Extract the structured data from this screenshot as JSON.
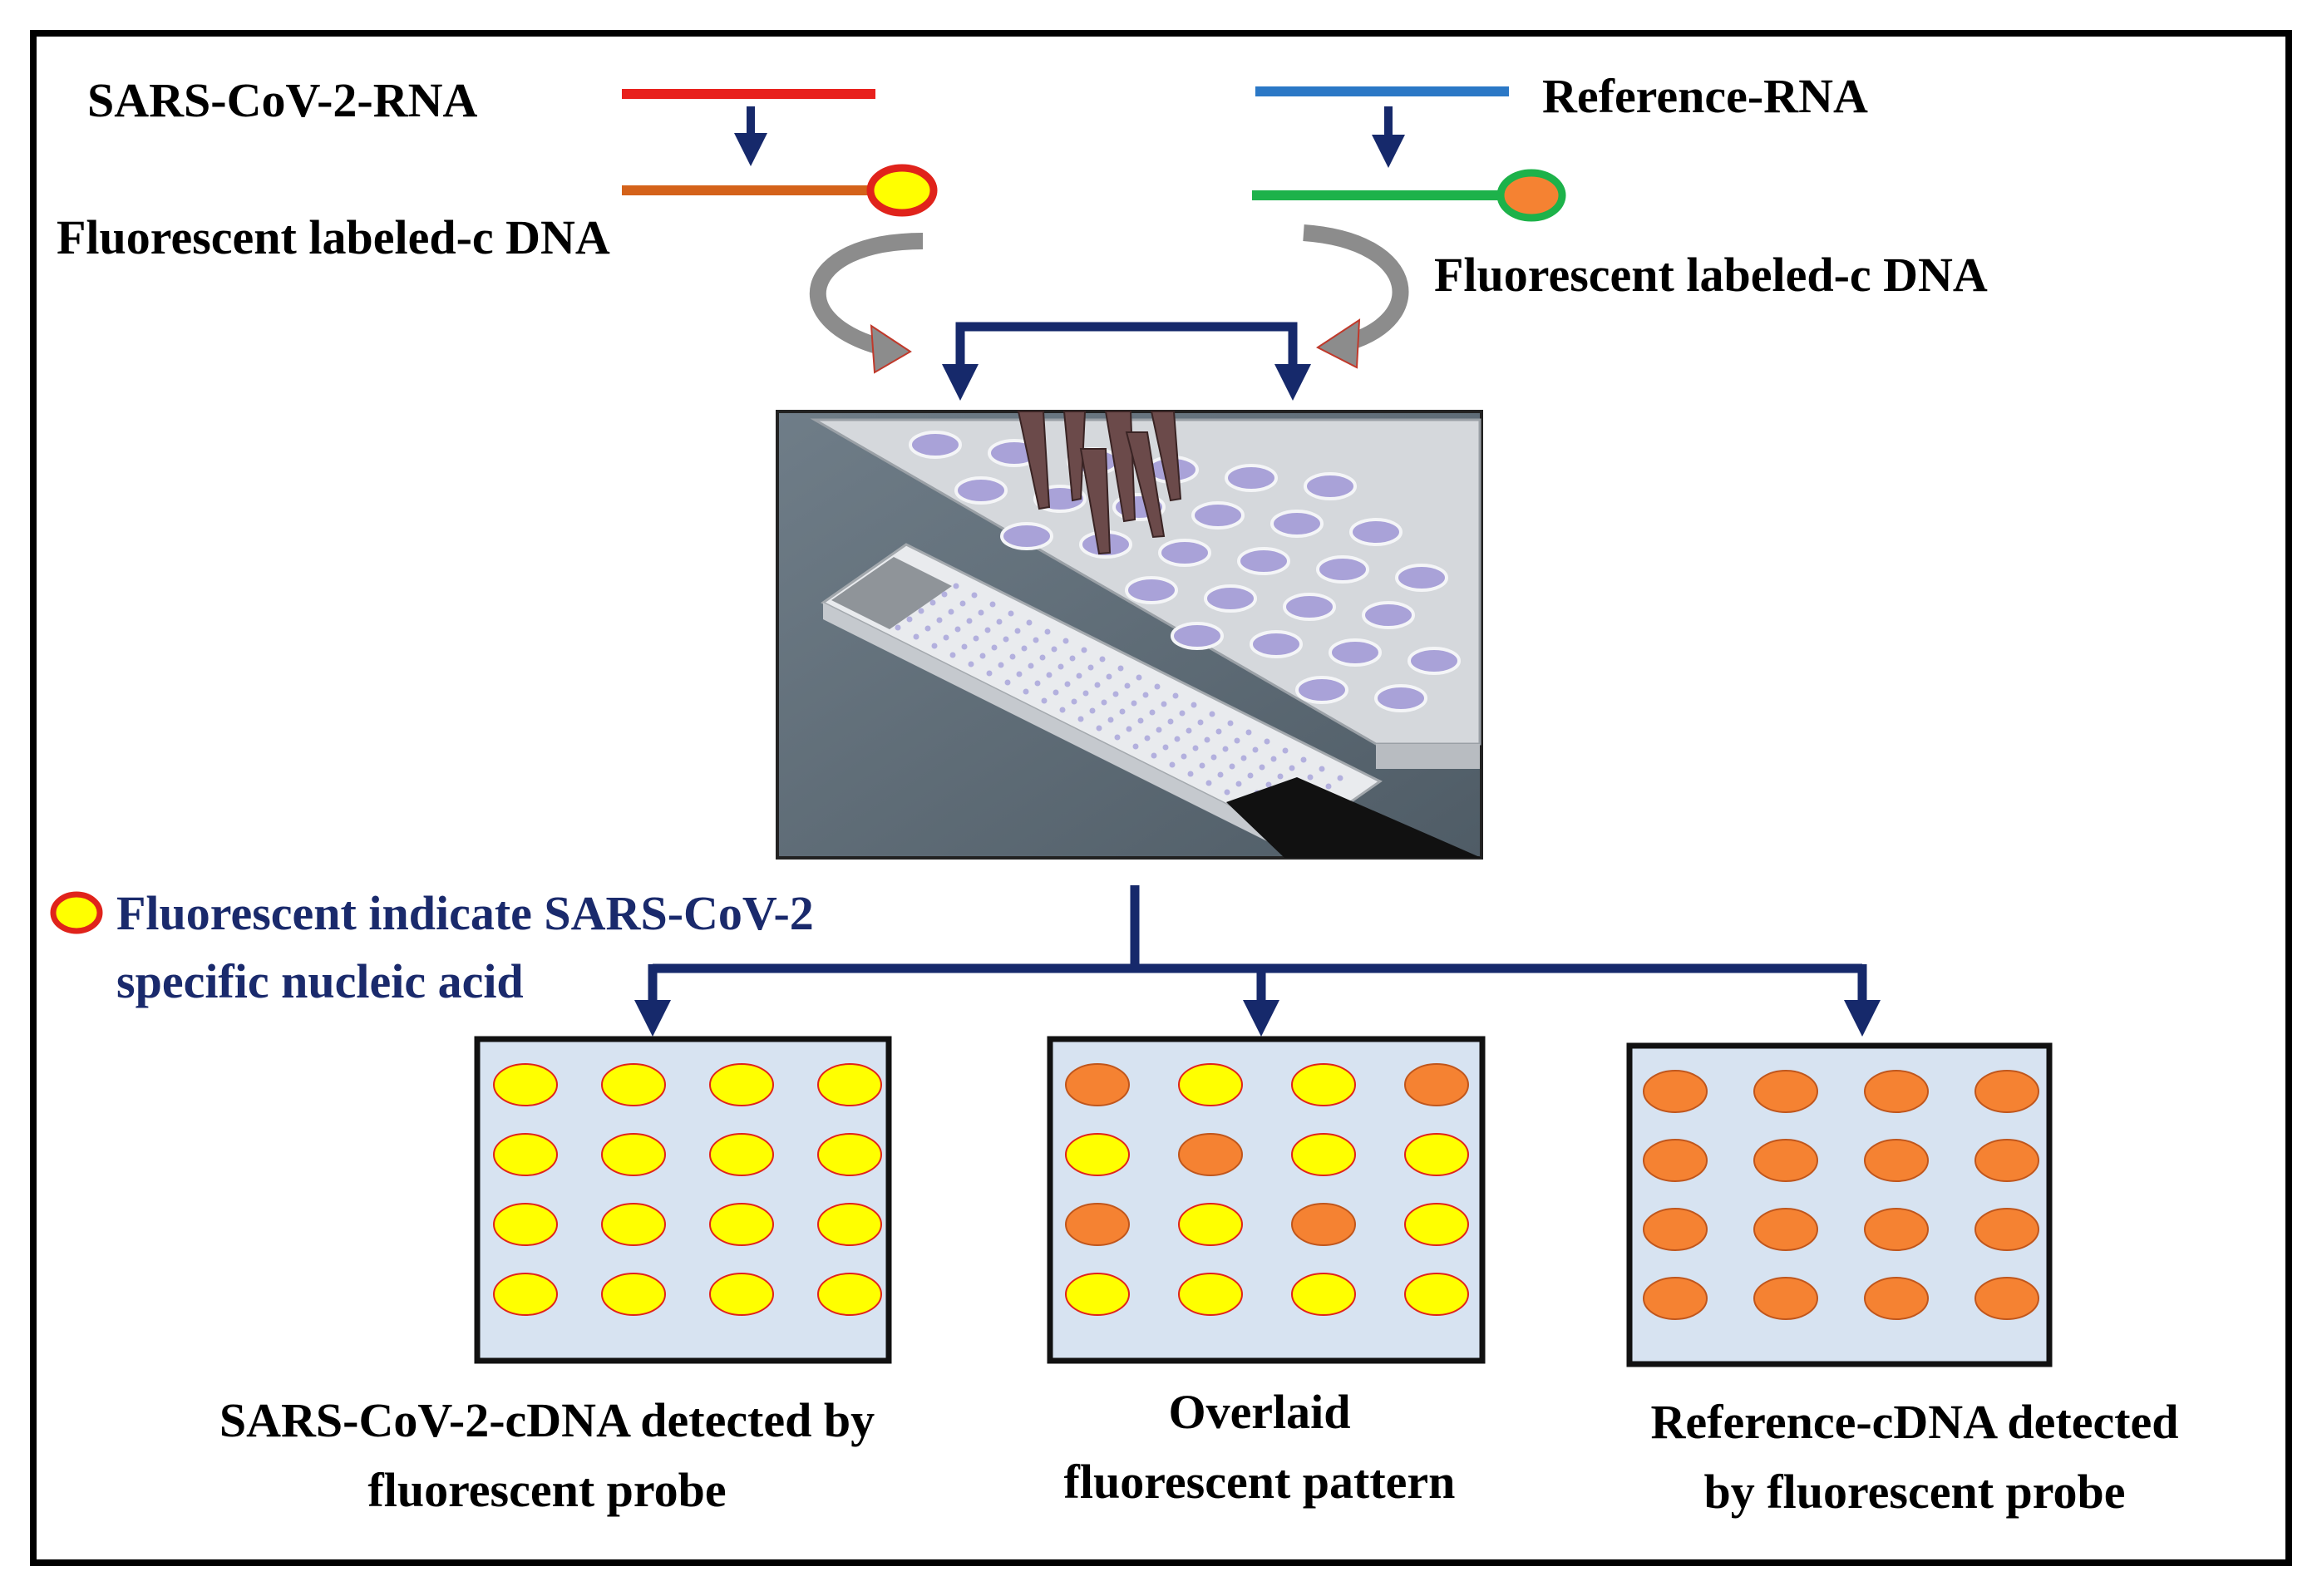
{
  "labels": {
    "sars_rna": "SARS-CoV-2-RNA",
    "reference_rna": "Reference-RNA",
    "fluorescent_cdna_left": "Fluorescent labeled-c DNA",
    "fluorescent_cdna_right": "Fluorescent labeled-c DNA",
    "legend_line1": "Fluorescent indicate SARS-CoV-2",
    "legend_line2": "specific nucleic acid"
  },
  "panels": [
    {
      "caption_line1": "SARS-CoV-2-cDNA detected by",
      "caption_line2": "fluorescent probe",
      "grid": [
        [
          "Y",
          "Y",
          "Y",
          "Y"
        ],
        [
          "Y",
          "Y",
          "Y",
          "Y"
        ],
        [
          "Y",
          "Y",
          "Y",
          "Y"
        ],
        [
          "Y",
          "Y",
          "Y",
          "Y"
        ]
      ]
    },
    {
      "caption_line1": "Overlaid",
      "caption_line2": "fluorescent pattern",
      "grid": [
        [
          "O",
          "Y",
          "Y",
          "O"
        ],
        [
          "Y",
          "O",
          "Y",
          "Y"
        ],
        [
          "O",
          "Y",
          "O",
          "Y"
        ],
        [
          "Y",
          "Y",
          "Y",
          "Y"
        ]
      ]
    },
    {
      "caption_line1": "Reference-cDNA detected",
      "caption_line2": "by fluorescent probe",
      "grid": [
        [
          "O",
          "O",
          "O",
          "O"
        ],
        [
          "O",
          "O",
          "O",
          "O"
        ],
        [
          "O",
          "O",
          "O",
          "O"
        ],
        [
          "O",
          "O",
          "O",
          "O"
        ]
      ]
    }
  ],
  "colors": {
    "sars_rna_line": "#e8211d",
    "sars_cdna_line": "#d4621a",
    "reference_rna_line": "#2b78c6",
    "reference_cdna_line": "#1db24a",
    "arrow_navy": "#16296b",
    "curved_arrow_gray": "#8c8c8c",
    "dot_yellow": "#ffff00",
    "dot_yellow_edge": "#e0231b",
    "dot_orange": "#f58232",
    "panel_fill": "#d7e3f1"
  }
}
